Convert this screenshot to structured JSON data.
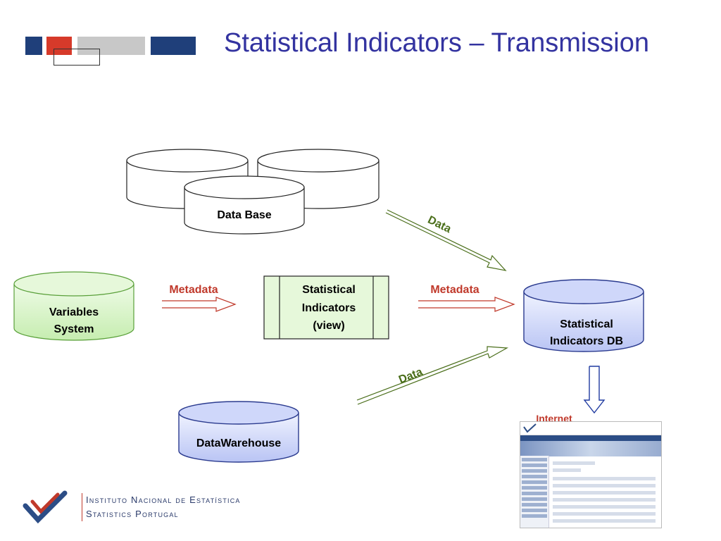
{
  "slide": {
    "title": "Statistical Indicators – Transmission"
  },
  "nodes": {
    "data_base": "Data Base",
    "variables_system_line1": "Variables",
    "variables_system_line2": "System",
    "statistical_indicators_view_line1": "Statistical",
    "statistical_indicators_view_line2": "Indicators",
    "statistical_indicators_view_line3": "(view)",
    "statistical_indicators_db_line1": "Statistical",
    "statistical_indicators_db_line2": "Indicators DB",
    "datawarehouse": "DataWarehouse",
    "internet": "Internet"
  },
  "edges": {
    "metadata_left": "Metadata",
    "metadata_right": "Metadata",
    "data_top": "Data",
    "data_bottom": "Data"
  },
  "footer": {
    "logo_line1": "Instituto Nacional de Estatística",
    "logo_line2": "Statistics Portugal"
  },
  "colors": {
    "title": "#3333a0",
    "metadata_arrow": "#c0392b",
    "data_arrow": "#4a6e1a",
    "variables_fill": "#dff5d0",
    "variables_stroke": "#5aa03a",
    "db_fill": "#dde3fb",
    "db_stroke": "#2b3b8f",
    "internet_arrow": "#1f3aa0"
  }
}
